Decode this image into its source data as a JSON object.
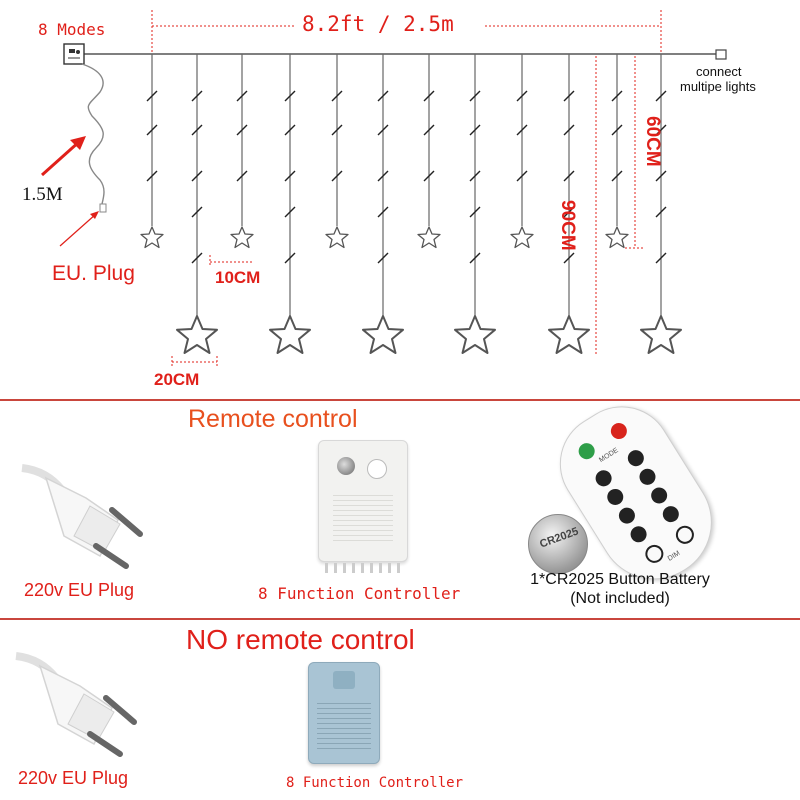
{
  "diagram": {
    "modes_label": "8 Modes",
    "width_label": "8.2ft / 2.5m",
    "connect_label_line1": "connect",
    "connect_label_line2": "multipe lights",
    "cable_label": "1.5M",
    "plug_label": "EU. Plug",
    "drop_90": "90CM",
    "drop_60": "60CM",
    "spacing_10": "10CM",
    "spacing_20": "20CM"
  },
  "remote_section": {
    "title": "Remote control",
    "plug_caption": "220v EU Plug",
    "controller_caption": "8 Function Controller",
    "battery_caption_line1": "1*CR2025 Button Battery",
    "battery_caption_line2": "(Not included)",
    "battery_text": "CR2025",
    "remote_mode_text": "MODE",
    "remote_dim_text": "DIM"
  },
  "no_remote_section": {
    "title": "NO remote control",
    "plug_caption": "220v EU Plug",
    "controller_caption": "8 Function Controller"
  },
  "colors": {
    "accent_red": "#e0201a",
    "title_orange": "#e8501e",
    "divider": "#c9463d"
  }
}
